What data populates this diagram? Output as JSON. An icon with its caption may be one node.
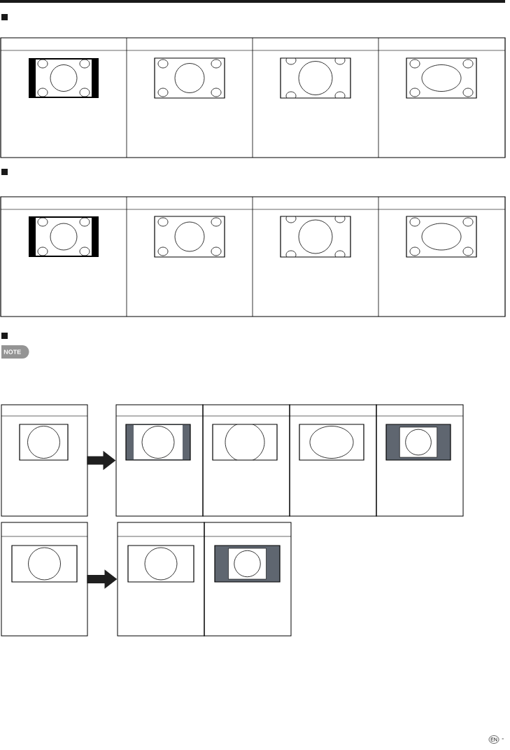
{
  "diagram": {
    "nodes": [
      {
        "text": [],
        "shape": "box"
      },
      {
        "text": [],
        "shape": "box"
      },
      {
        "text": [],
        "shape": "box"
      },
      {
        "text": [],
        "shape": "box"
      },
      {
        "text": [],
        "shape": "box"
      },
      {
        "text": [],
        "shape": "box"
      },
      {
        "text": [],
        "shape": "box"
      },
      {
        "text": [],
        "shape": "box"
      }
    ],
    "edges": [
      {
        "from": 0,
        "to": 1,
        "arrow": "to"
      },
      {
        "from": 5,
        "to": 6,
        "arrow": "to"
      }
    ],
    "labels": [
      "NOTE",
      "EN",
      "-"
    ]
  }
}
